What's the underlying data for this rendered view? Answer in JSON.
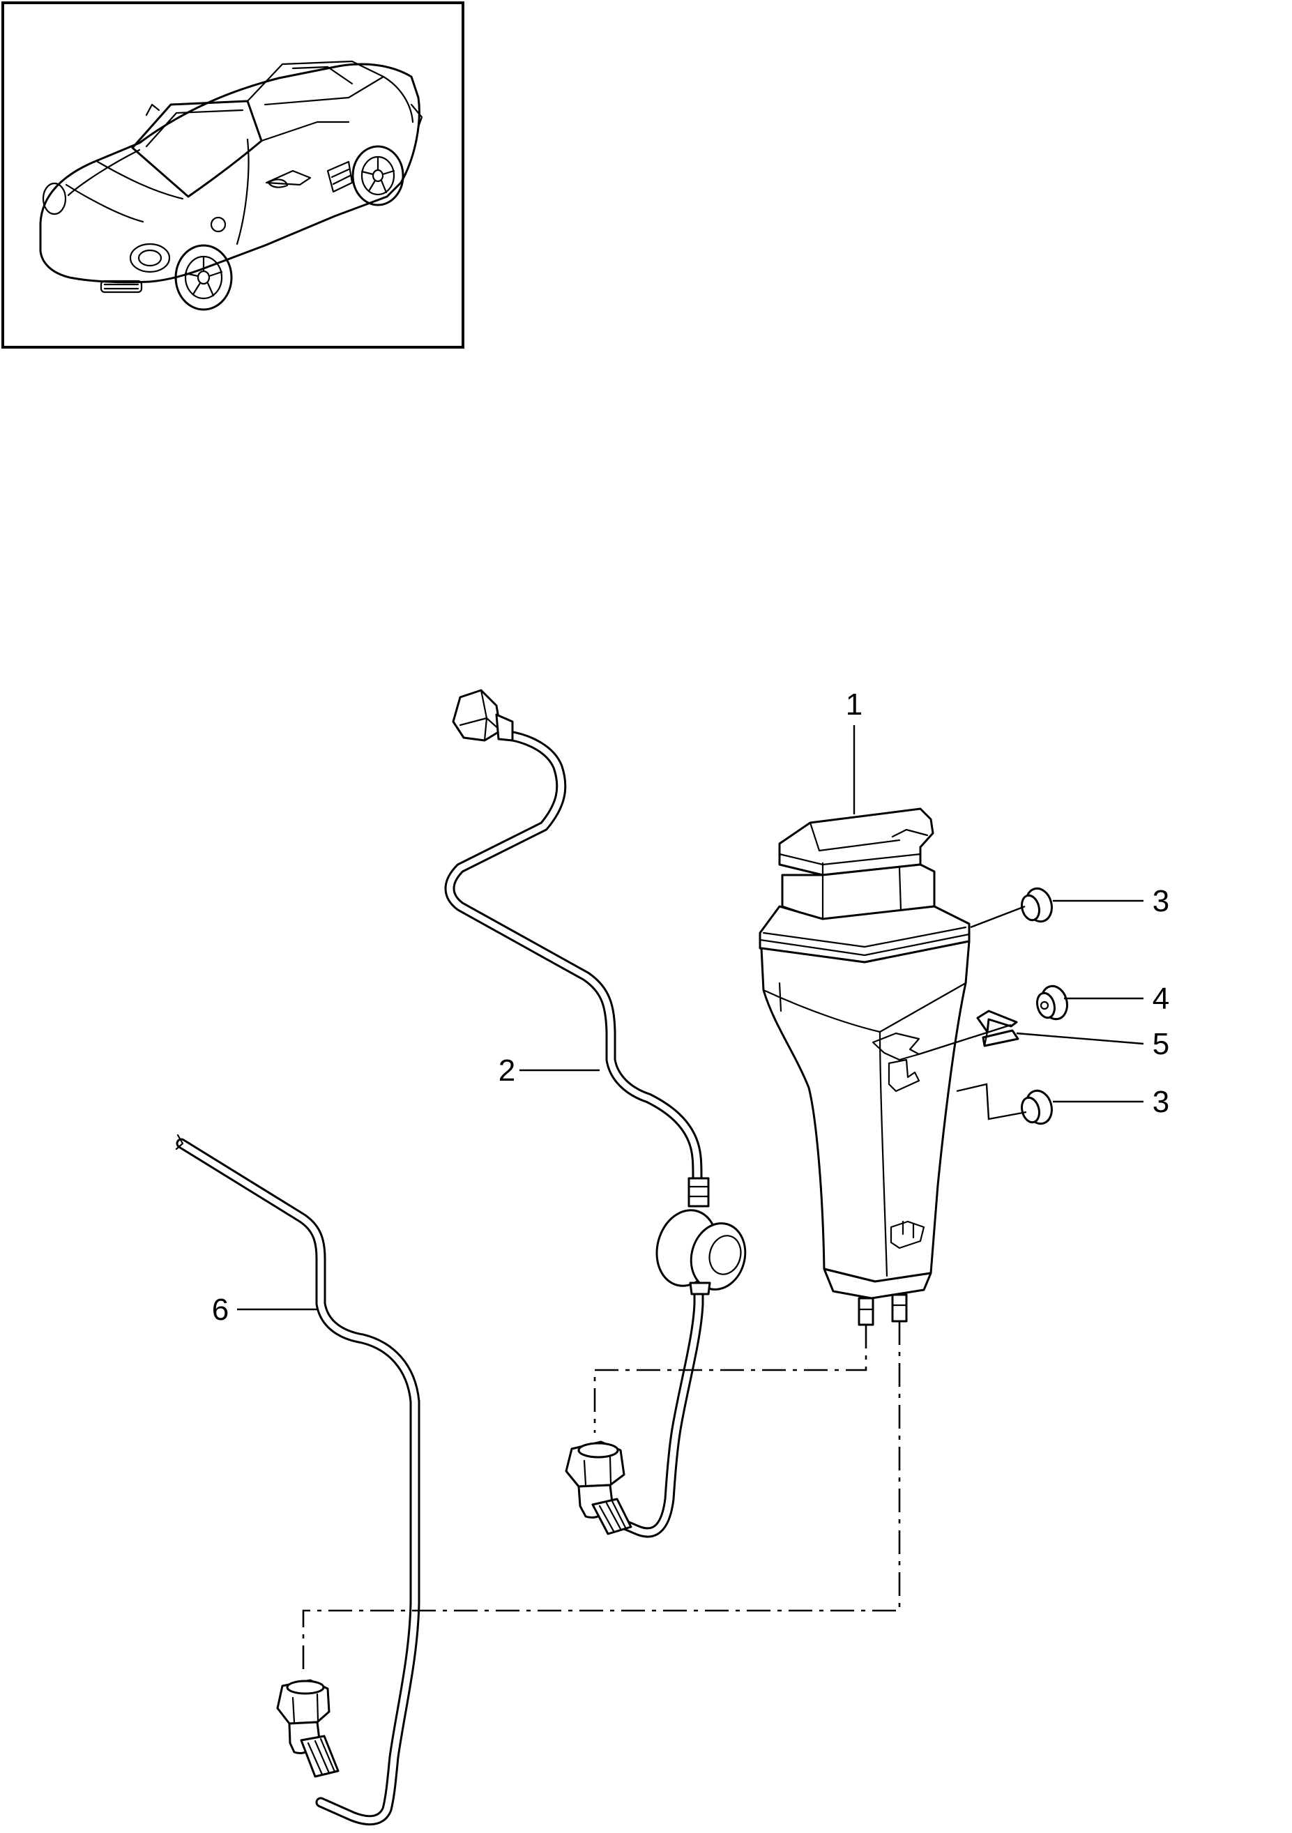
{
  "callouts": {
    "c1": "1",
    "c2": "2",
    "c3a": "3",
    "c3b": "3",
    "c4": "4",
    "c5": "5",
    "c6": "6"
  },
  "thumbnail": {
    "icon": "convertible-car-icon"
  }
}
